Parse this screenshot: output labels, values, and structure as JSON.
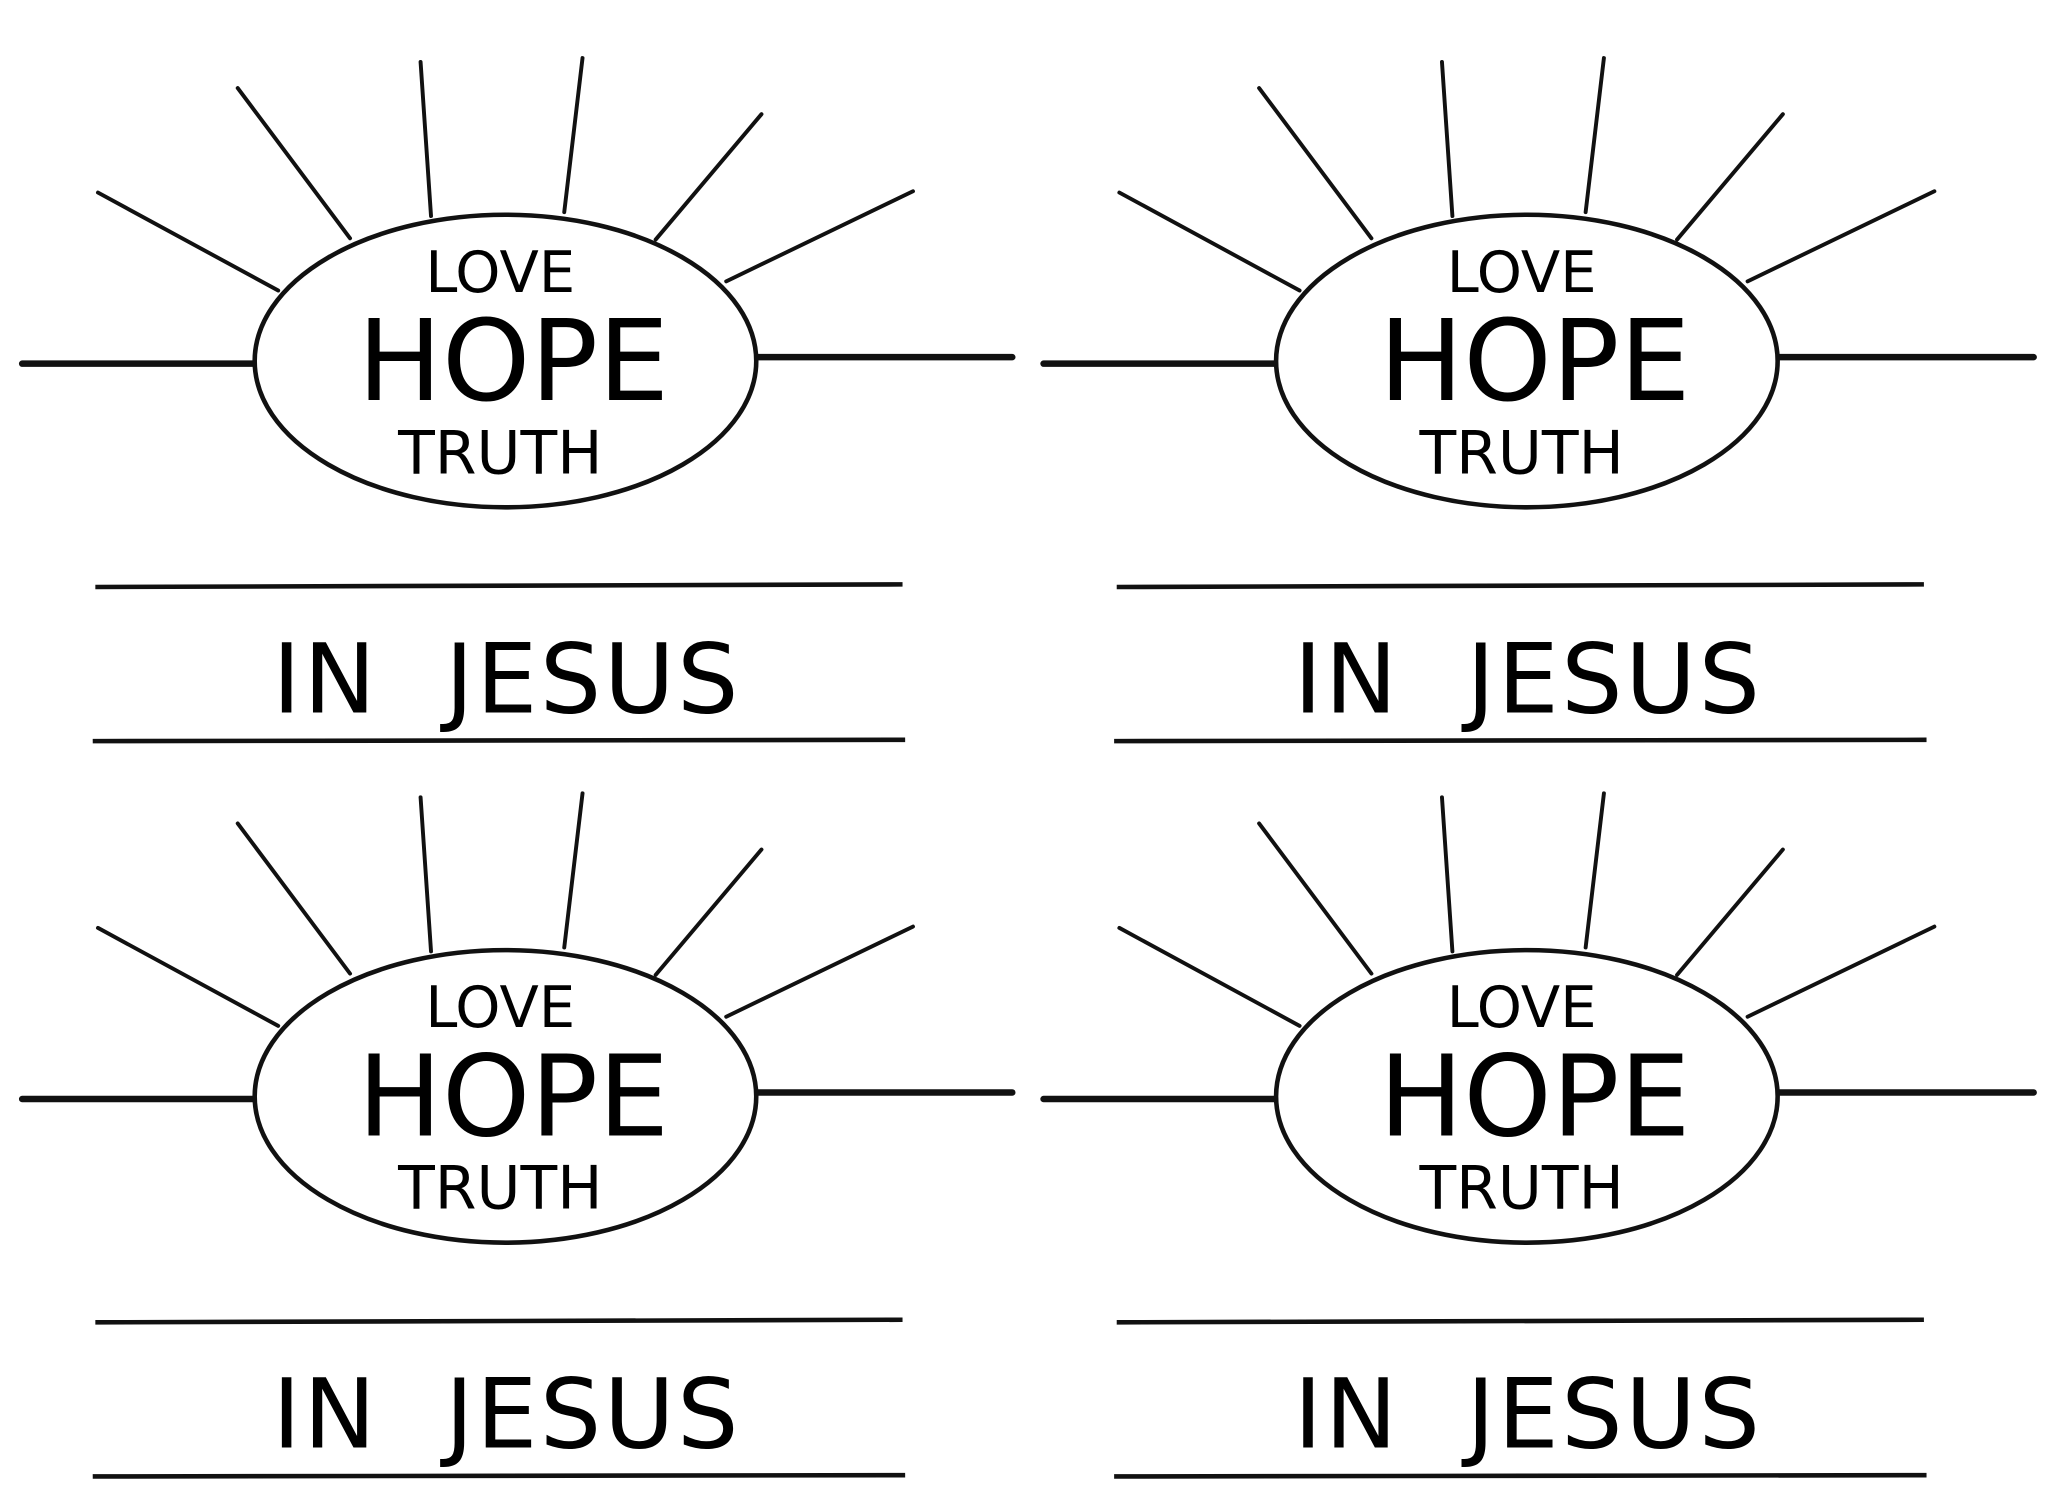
{
  "cards": [
    {
      "love": "LOVE",
      "hope": "HOPE",
      "truth": "TRUTH",
      "caption": "IN  JESUS"
    },
    {
      "love": "LOVE",
      "hope": "HOPE",
      "truth": "TRUTH",
      "caption": "IN  JESUS"
    },
    {
      "love": "LOVE",
      "hope": "HOPE",
      "truth": "TRUTH",
      "caption": "IN  JESUS"
    },
    {
      "love": "LOVE",
      "hope": "HOPE",
      "truth": "TRUTH",
      "caption": "IN  JESUS"
    }
  ]
}
